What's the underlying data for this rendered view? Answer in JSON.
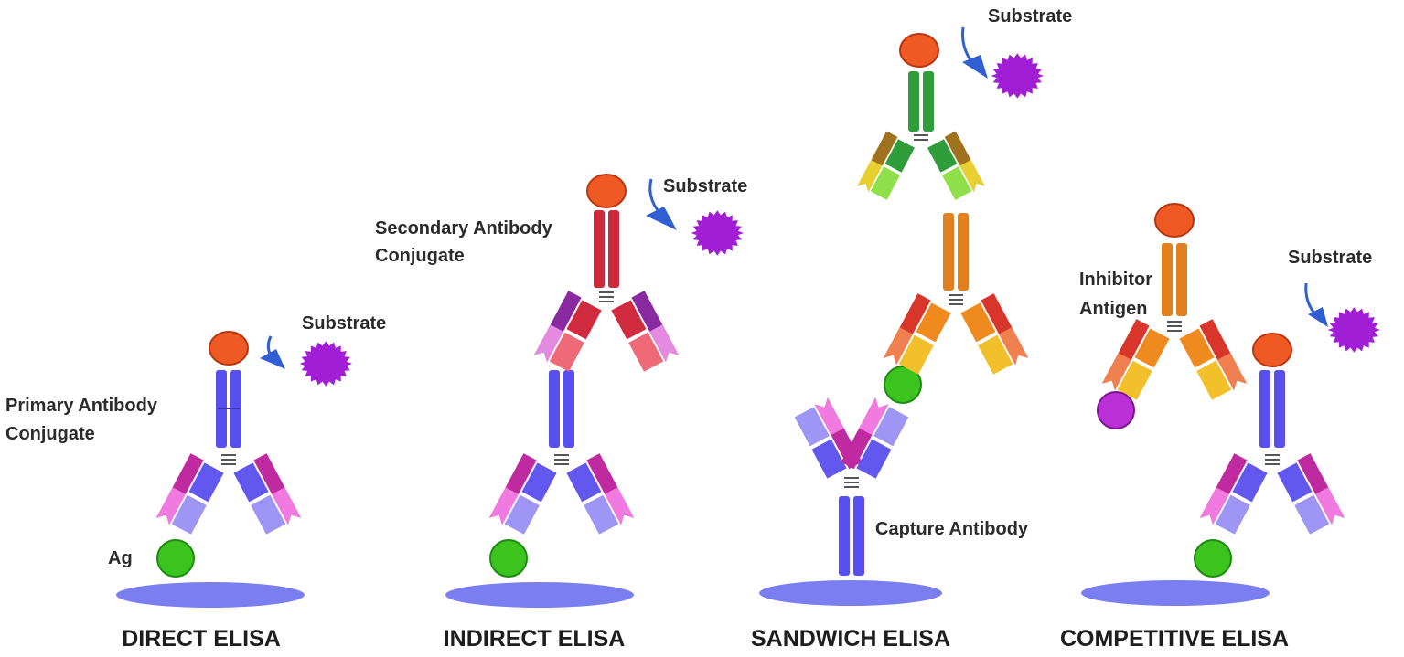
{
  "diagram": {
    "panels": [
      {
        "title": "DIRECT ELISA",
        "labels": {
          "substrate": "Substrate",
          "conjugate_line1": "Primary Antibody",
          "conjugate_line2": "Conjugate",
          "antigen": "Ag"
        }
      },
      {
        "title": "INDIRECT ELISA",
        "labels": {
          "substrate": "Substrate",
          "conjugate_line1": "Secondary Antibody",
          "conjugate_line2": "Conjugate"
        }
      },
      {
        "title": "SANDWICH ELISA",
        "labels": {
          "substrate": "Substrate",
          "capture": "Capture Antibody"
        }
      },
      {
        "title": "COMPETITIVE  ELISA",
        "labels": {
          "substrate": "Substrate",
          "inhibitor_line1": "Inhibitor",
          "inhibitor_line2": "Antigen"
        }
      }
    ]
  },
  "colors": {
    "plate": "#7a7ef0",
    "enzyme": "#ef5a24",
    "substrate": "#a21ed6",
    "antigen": "#3cc41e",
    "inhibitor": "#bb2fd6",
    "arrow": "#2f5fd3",
    "primary_antibody": "#5850ee",
    "secondary_antibody": "#cf2a3c",
    "detection_antibody": "#e1801f",
    "top_antibody": "#2f9d3a"
  }
}
